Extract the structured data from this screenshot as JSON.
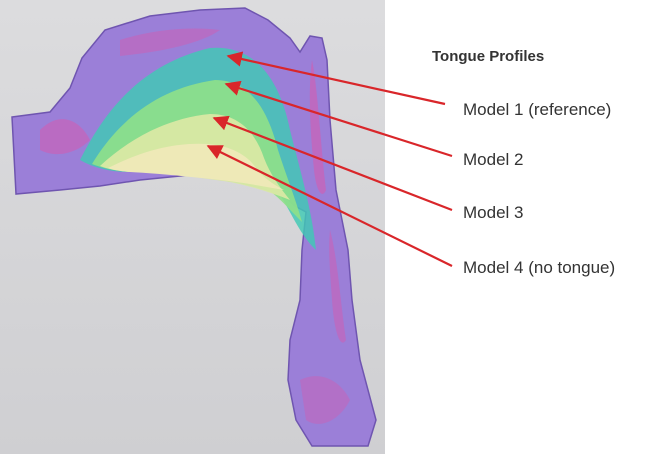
{
  "legend": {
    "title": "Tongue Profiles",
    "items": [
      {
        "label": "Model 1 (reference)",
        "color": "#3fc9b4"
      },
      {
        "label": "Model 2",
        "color": "#8fe08a"
      },
      {
        "label": "Model 3",
        "color": "#d9e8a4"
      },
      {
        "label": "Model 4 (no tongue)",
        "color": "#efe9b8"
      }
    ]
  },
  "colors": {
    "airway": "#9b7fd8",
    "highlight": "#d45bb0",
    "arrow": "#d9262a",
    "background": "#d7d7d9"
  }
}
